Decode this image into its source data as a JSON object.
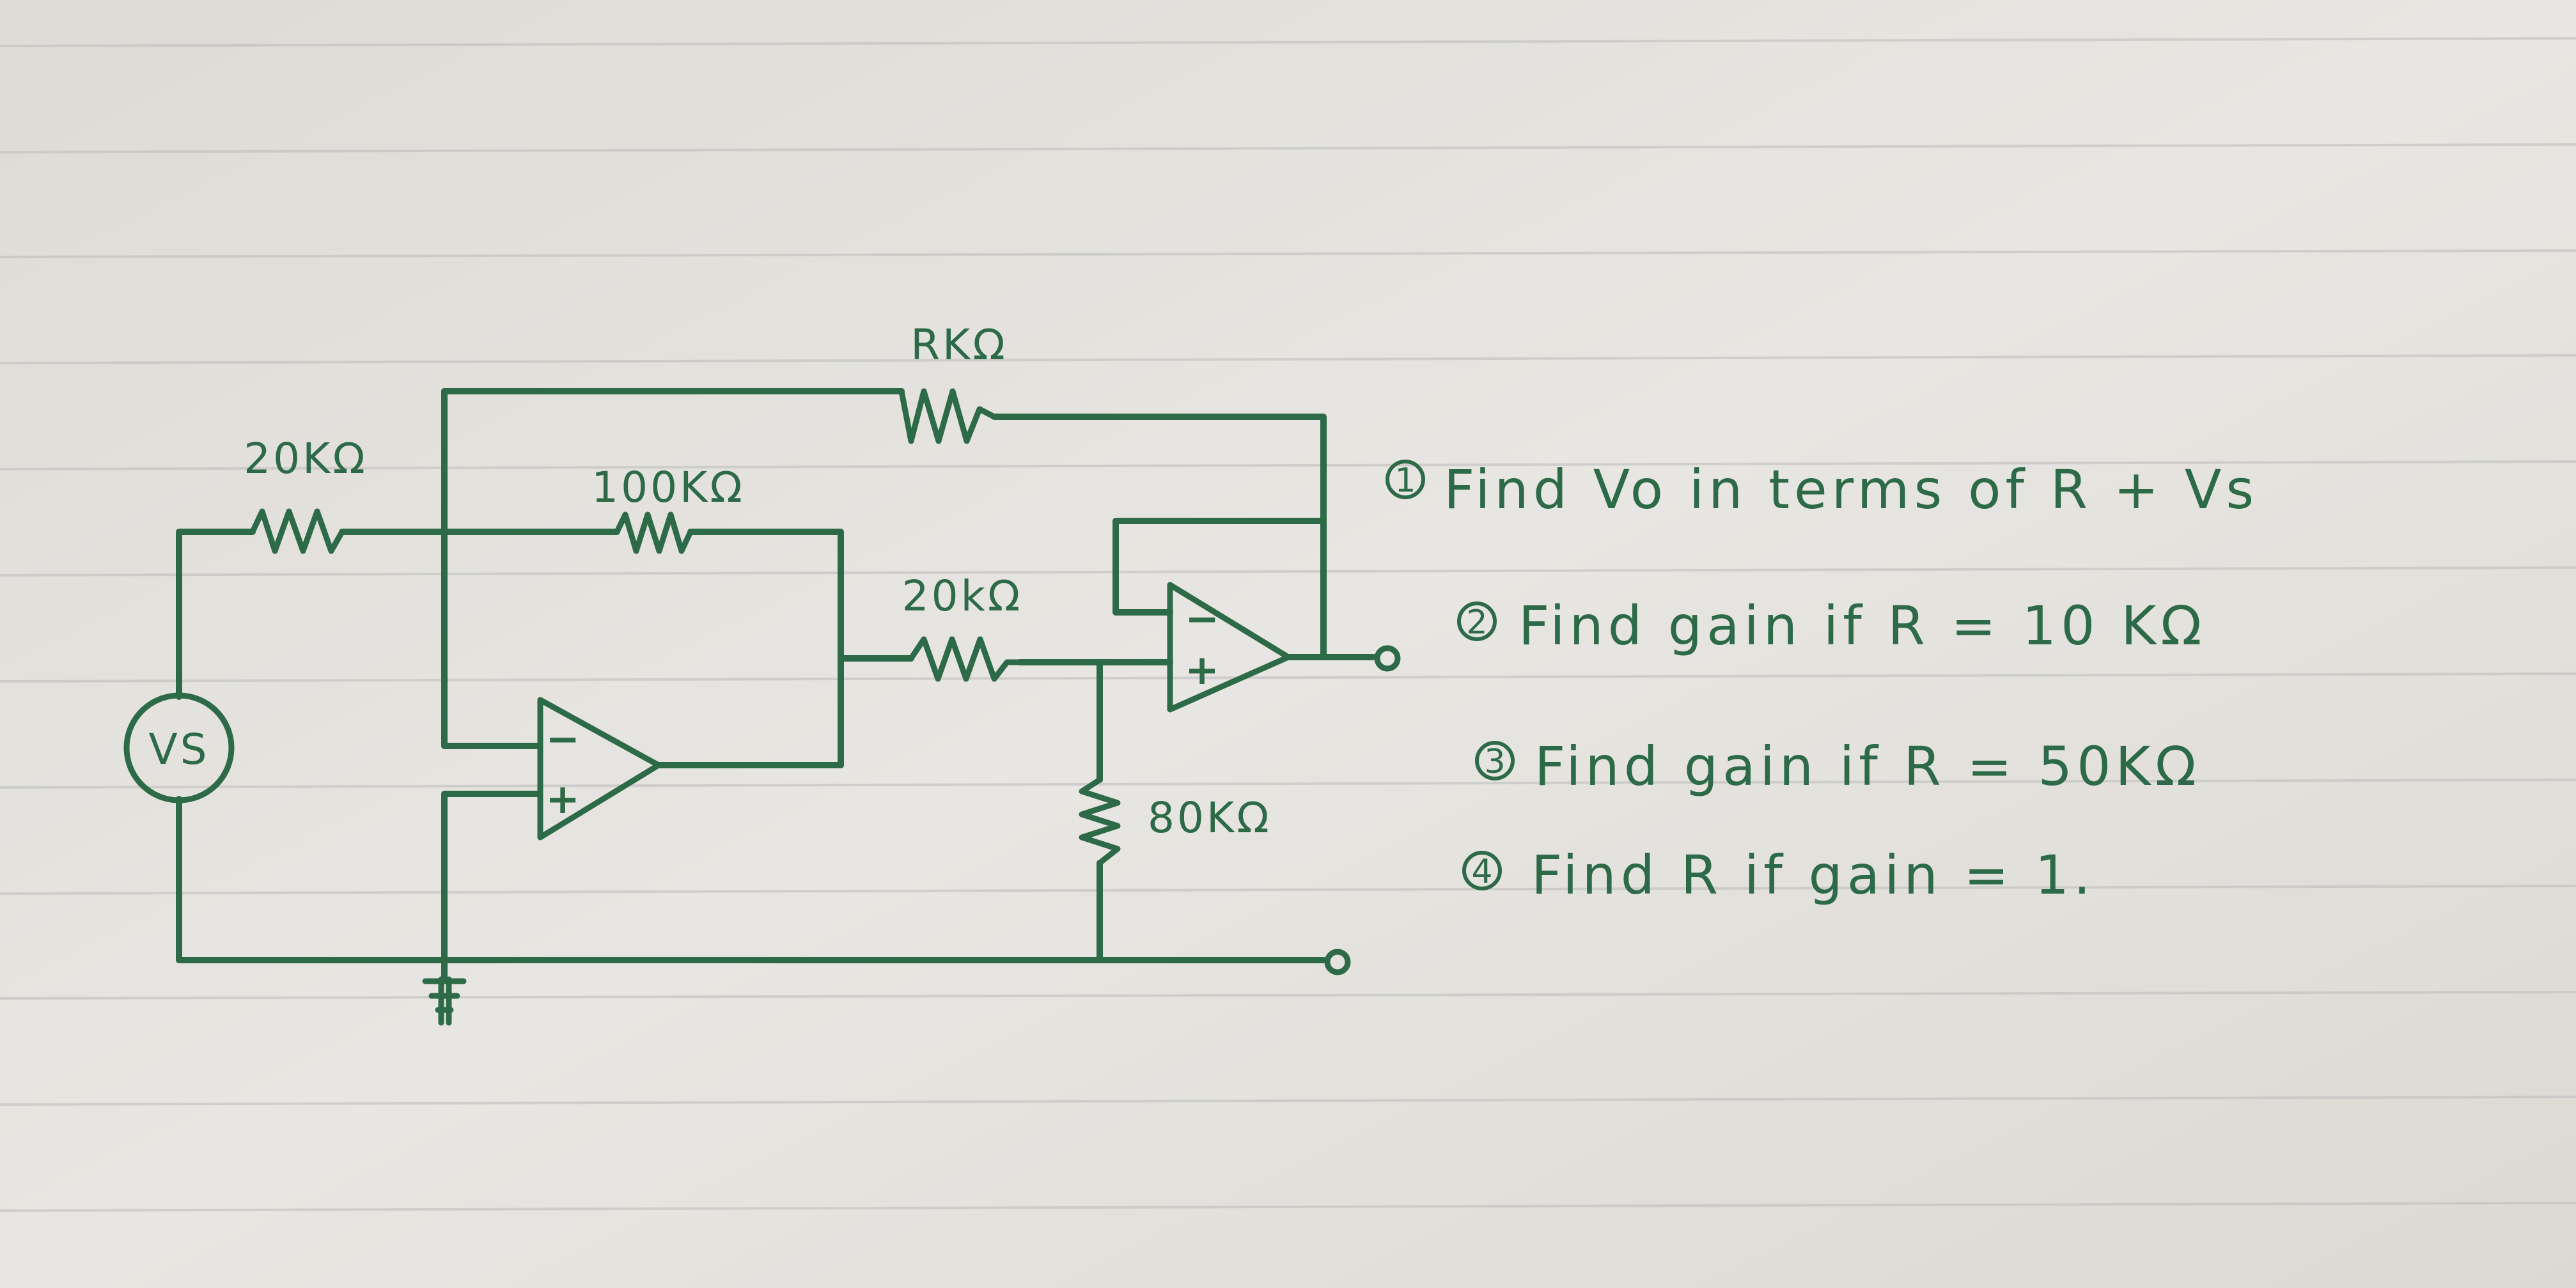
{
  "resistors": {
    "r_input": "20KΩ",
    "r_feedback_1": "100KΩ",
    "r_feedback_2": "RKΩ",
    "r_series_2": "20kΩ",
    "r_shunt": "80KΩ"
  },
  "source_label": "VS",
  "opamp_signs": {
    "minus": "−",
    "plus": "+"
  },
  "questions": [
    {
      "num": "1",
      "text": "Find Vo in terms of R + Vs"
    },
    {
      "num": "2",
      "text": "Find gain if R = 10 KΩ"
    },
    {
      "num": "3",
      "text": "Find gain if R = 50KΩ"
    },
    {
      "num": "4",
      "text": "Find R if gain = 1."
    }
  ],
  "colors": {
    "ink": "#2d6a47",
    "paper": "#e4e1dc"
  }
}
